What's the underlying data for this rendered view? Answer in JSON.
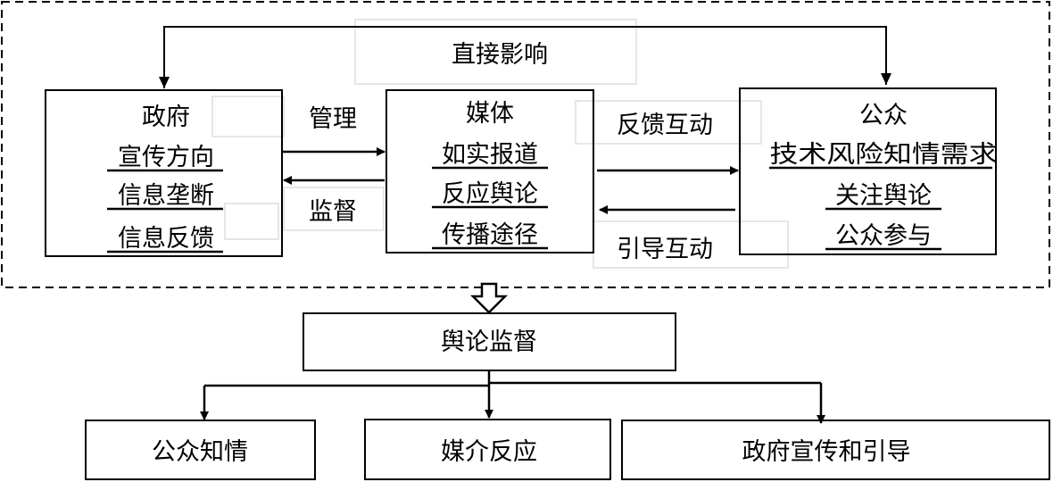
{
  "top_label": "直接影响",
  "government": {
    "title": "政府",
    "items": [
      "宣传方向",
      "信息垄断",
      "信息反馈"
    ]
  },
  "media": {
    "title": "媒体",
    "items": [
      "如实报道",
      "反应舆论",
      "传播途径"
    ]
  },
  "public": {
    "title": "公众",
    "items": [
      "技术风险知情需求",
      "关注舆论",
      "公众参与"
    ]
  },
  "arrows": {
    "manage": "管理",
    "supervise": "监督",
    "feedback": "反馈互动",
    "guide": "引导互动"
  },
  "center": "舆论监督",
  "outcomes": [
    "公众知情",
    "媒介反应",
    "政府宣传和引导"
  ],
  "colors": {
    "line": "#000000",
    "faint": "#e6e6e6",
    "background": "#ffffff"
  }
}
